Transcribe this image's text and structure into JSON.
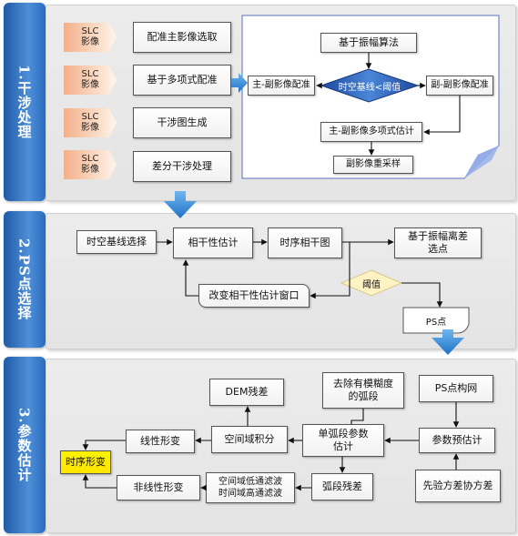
{
  "sections": {
    "s1": "1.干涉处理",
    "s2": "2.PS点选择",
    "s3": "3.参数估计"
  },
  "s1": {
    "slc": [
      "SLC\n影像",
      "SLC\n影像",
      "SLC\n影像",
      "SLC\n影像"
    ],
    "steps": [
      "配准主影像选取",
      "基于多项式配准",
      "干涉图生成",
      "差分干涉处理"
    ],
    "inset": {
      "amplitude_algo": "基于振幅算法",
      "master_master": "主-副影像配准",
      "decision": "时空基线<阈值",
      "slave_slave": "副-副影像配准",
      "poly_estimate": "主-副影像多项式估计",
      "resample": "副影像重采样"
    }
  },
  "s2": {
    "baseline_select": "时空基线选择",
    "coherence_est": "相干性估计",
    "ts_coherence": "时序相干图",
    "amp_dispersion": "基于振幅离差\n选点",
    "change_window": "改变相干性估计窗口",
    "threshold": "阈值",
    "ps_points": "PS点"
  },
  "s3": {
    "dem_residual": "DEM残差",
    "remove_ambiguity": "去除有模糊度\n的弧段",
    "ps_network": "PS点构网",
    "linear_def": "线性形变",
    "spatial_integral": "空间域积分",
    "single_arc": "单弧段参数\n估计",
    "param_preest": "参数预估计",
    "timeseries_def": "时序形变",
    "nonlinear_def": "非线性形变",
    "filters": "空间域低通滤波\n时间域高通滤波",
    "arc_residual": "弧段残差",
    "prior_variance": "先验方差协方差"
  },
  "colors": {
    "side_blue": "#2f6fc2",
    "arrow_blue": "#2f8fd8",
    "slc_orange": "#f3b08a",
    "threshold_fill": "#fff3c4",
    "output_yellow": "#fff200"
  }
}
